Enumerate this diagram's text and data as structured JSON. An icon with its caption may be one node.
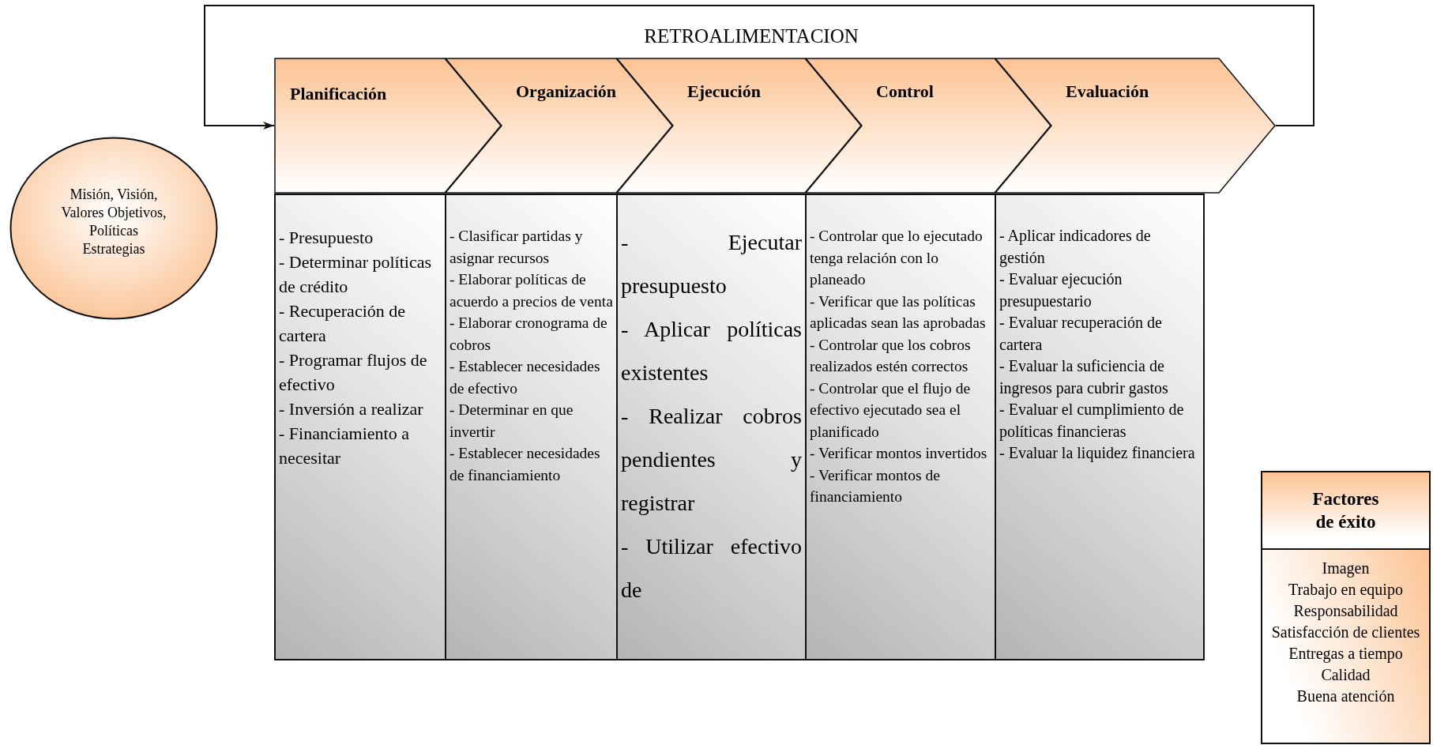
{
  "diagram": {
    "nodes": [
      {
        "text": [
          "Misión, Visión, Valores Objetivos, Políticas Estrategias"
        ]
      },
      {
        "text": [
          "Planificación"
        ]
      },
      {
        "text": [
          "Organización"
        ]
      },
      {
        "text": [
          "Ejecución"
        ]
      },
      {
        "text": [
          "Control"
        ]
      },
      {
        "text": [
          "Evaluación"
        ]
      },
      {
        "text": [
          "- Presupuesto",
          "- Determinar políticas de crédito",
          "- Recuperación de cartera",
          "- Programar flujos de efectivo",
          "-  Inversión a realizar",
          "- Financiamiento a necesitar"
        ]
      },
      {
        "text": [
          "-   Clasificar partidas y asignar  recursos",
          "-   Elaborar políticas de acuerdo a precios de venta",
          "-   Elaborar cronograma de cobros",
          "-  Establecer necesidades de efectivo",
          "-   Determinar en que invertir",
          "-   Establecer necesidades de financiamiento"
        ]
      },
      {
        "text": [
          "- Ejecutar presupuesto",
          "- Aplicar políticas existentes",
          "- Realizar cobros pendientes y registrar",
          "- Utilizar efectivo de"
        ]
      },
      {
        "text": [
          "- Controlar que lo ejecutado tenga relación con lo planeado",
          "-  Verificar que las políticas aplicadas sean las aprobadas",
          "-  Controlar que los cobros realizados estén correctos",
          "-  Controlar que el flujo de efectivo ejecutado sea el planificado",
          "-  Verificar montos invertidos",
          "-  Verificar montos de financiamiento"
        ]
      },
      {
        "text": [
          "-  Aplicar indicadores de gestión",
          "-  Evaluar ejecución presupuestario",
          "-  Evaluar recuperación de cartera",
          "-  Evaluar la suficiencia de ingresos para cubrir gastos",
          "- Evaluar el cumplimiento de políticas financieras",
          "- Evaluar la liquidez financiera"
        ]
      },
      {
        "text": [
          "Factores de éxito",
          "Imagen",
          "Trabajo en equipo",
          "Responsabilidad",
          "Satisfacción de clientes",
          "Entregas a tiempo",
          "Calidad",
          "Buena atención"
        ]
      }
    ],
    "edges": [
      {
        "from": 5,
        "to": 1,
        "arrow": "to",
        "label": "RETROALIMENTACION"
      }
    ]
  }
}
